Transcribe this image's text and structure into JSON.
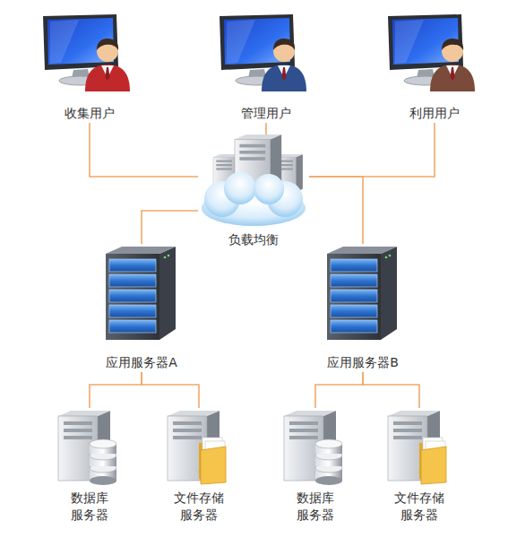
{
  "diagram": {
    "nodes": [
      {
        "text": [
          "收集用户"
        ]
      },
      {
        "text": [
          "管理用户"
        ]
      },
      {
        "text": [
          "利用用户"
        ]
      },
      {
        "text": [
          "负载均衡"
        ]
      },
      {
        "text": [
          "应用服务器A"
        ]
      },
      {
        "text": [
          "应用服务器B"
        ]
      },
      {
        "text": [
          "数据库 服务器"
        ]
      },
      {
        "text": [
          "文件存储 服务器"
        ]
      },
      {
        "text": [
          "数据库 服务器"
        ]
      },
      {
        "text": [
          "文件存储 服务器"
        ]
      }
    ],
    "edges": [
      {
        "from": 0,
        "to": 3,
        "arrow": "none"
      },
      {
        "from": 1,
        "to": 3,
        "arrow": "none"
      },
      {
        "from": 2,
        "to": 3,
        "arrow": "none"
      },
      {
        "from": 3,
        "to": 4,
        "arrow": "none"
      },
      {
        "from": 3,
        "to": 5,
        "arrow": "none"
      },
      {
        "from": 4,
        "to": 6,
        "arrow": "none"
      },
      {
        "from": 4,
        "to": 7,
        "arrow": "none"
      },
      {
        "from": 5,
        "to": 8,
        "arrow": "none"
      },
      {
        "from": 5,
        "to": 9,
        "arrow": "none"
      }
    ]
  }
}
